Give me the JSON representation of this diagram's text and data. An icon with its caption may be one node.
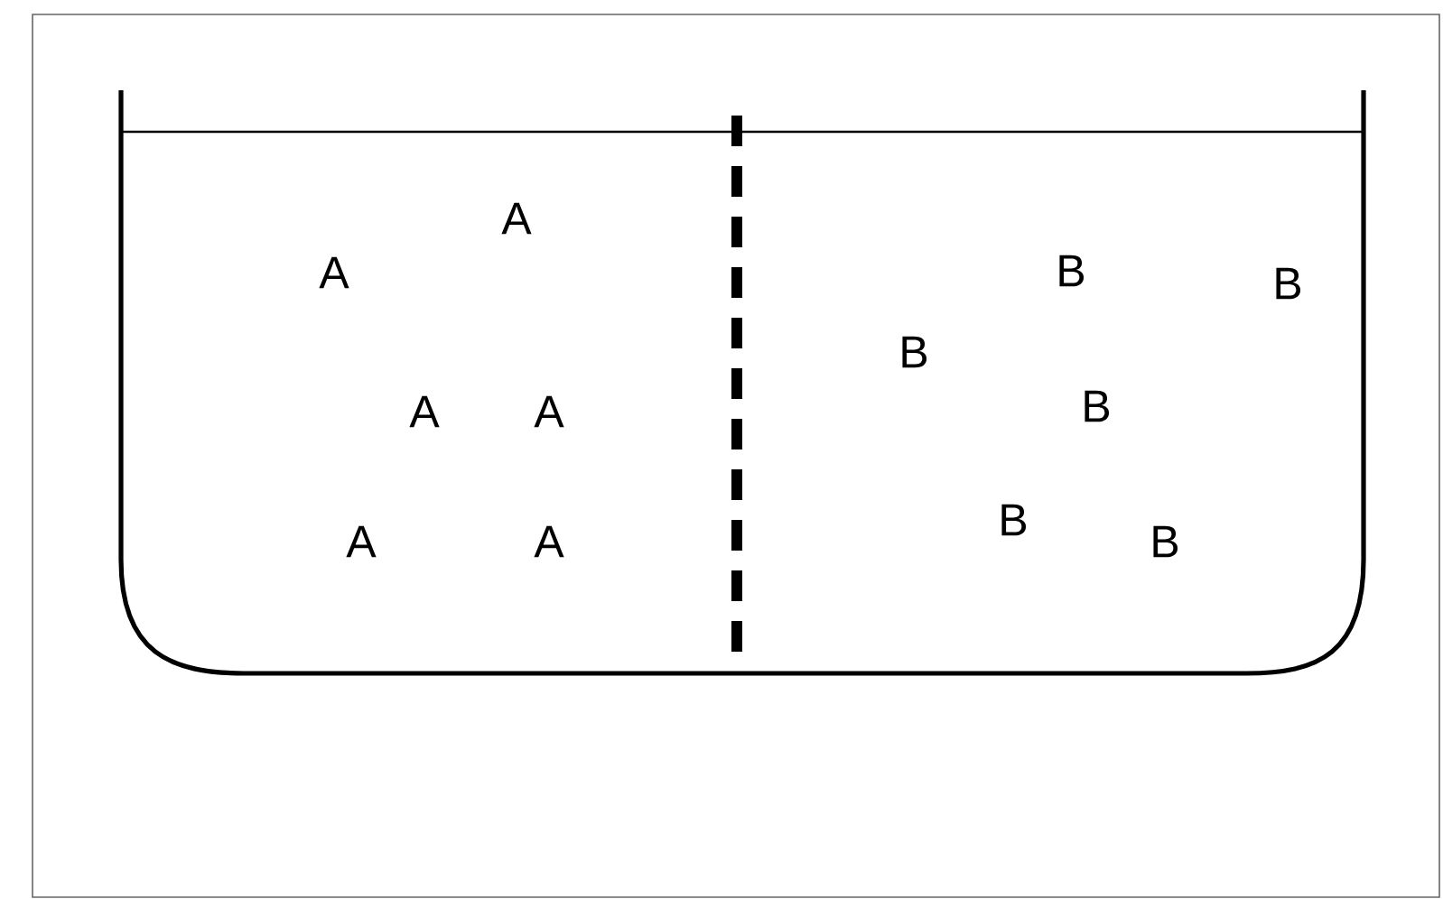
{
  "diagram": {
    "labels": [
      "A",
      "A",
      "A",
      "A",
      "A",
      "A",
      "B",
      "B",
      "B",
      "B",
      "B",
      "B"
    ]
  }
}
